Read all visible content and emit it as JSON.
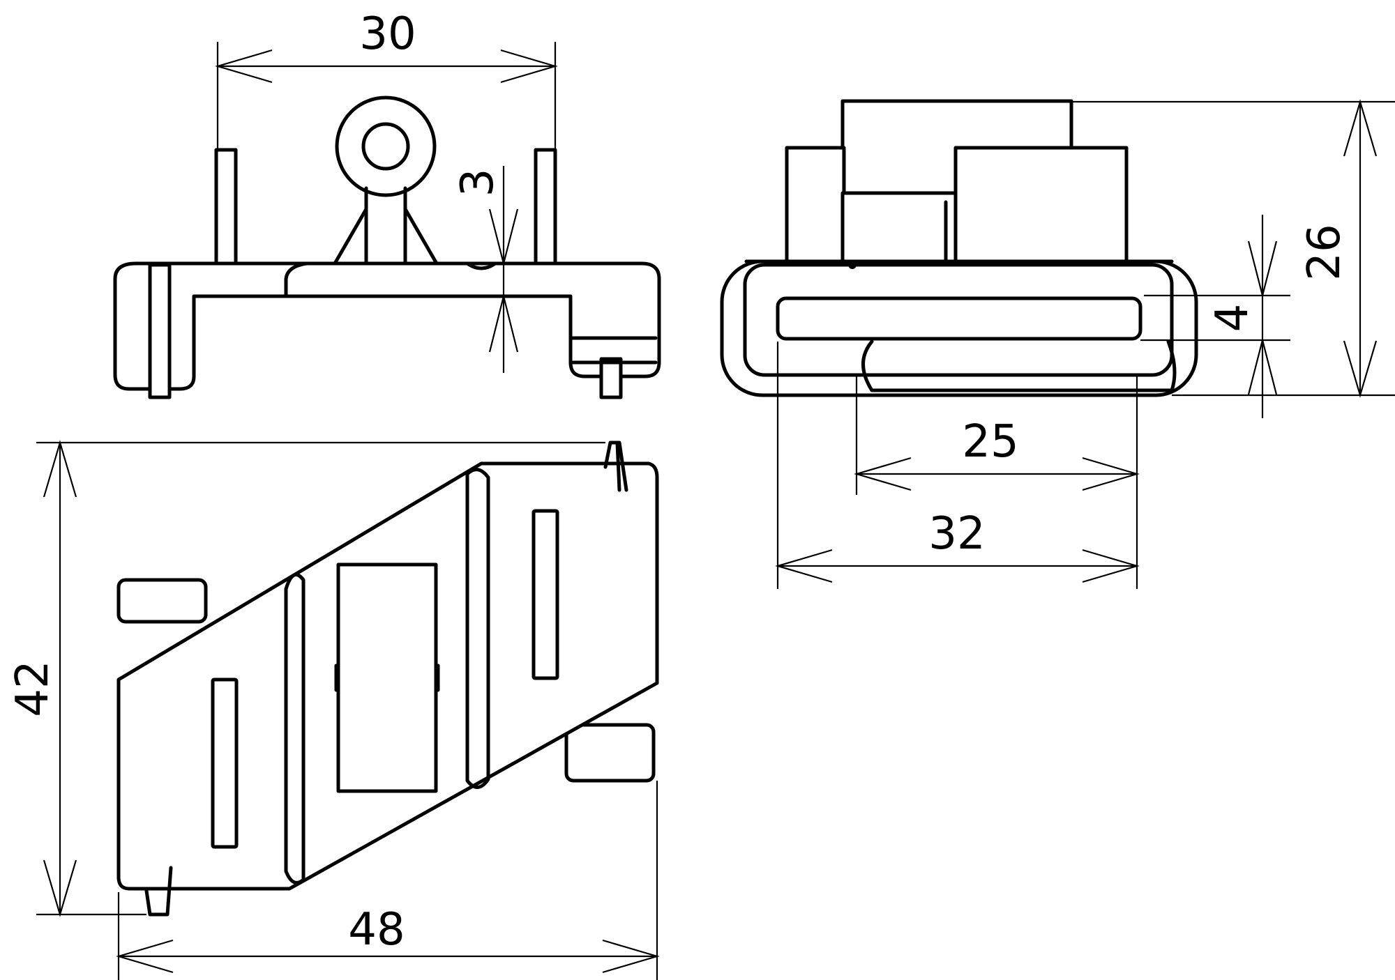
{
  "dimensions": {
    "top_view_width": "30",
    "top_view_thickness": "3",
    "side_view_height": "26",
    "side_view_slot": "4",
    "side_view_inner_width": "25",
    "side_view_outer_width": "32",
    "bottom_view_height": "42",
    "bottom_view_width": "48"
  }
}
